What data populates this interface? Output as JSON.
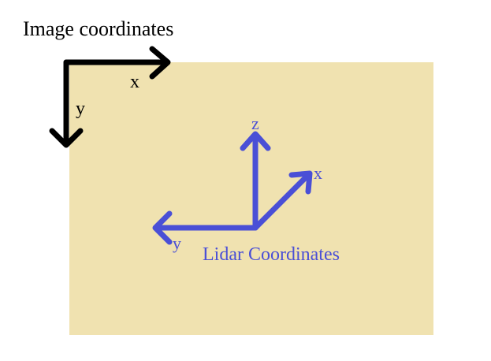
{
  "image_frame": {
    "title": "Image coordinates",
    "x_label": "x",
    "y_label": "y",
    "color": "#000000"
  },
  "lidar_frame": {
    "title": "Lidar Coordinates",
    "x_label": "x",
    "y_label": "y",
    "z_label": "z",
    "color": "#4a4fd6"
  },
  "colors": {
    "panel_background": "#f0e2b0",
    "page_background": "#ffffff"
  }
}
